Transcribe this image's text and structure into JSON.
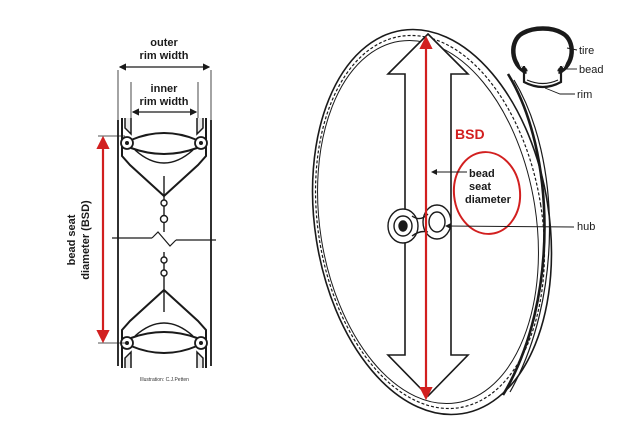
{
  "rim_cross_section": {
    "outer_rim_width_line1": "outer",
    "outer_rim_width_line2": "rim width",
    "inner_rim_width_line1": "inner",
    "inner_rim_width_line2": "rim width",
    "bsd_line1": "bead seat",
    "bsd_line2": "diameter (BSD)",
    "credit": "Illustration: C.J.Petten"
  },
  "wheel": {
    "bsd_heading": "BSD",
    "bsd_line1": "bead",
    "bsd_line2": "seat",
    "bsd_line3": "diameter",
    "hub": "hub"
  },
  "tire_inset": {
    "tire": "tire",
    "bead": "bead",
    "rim": "rim"
  },
  "colors": {
    "bsd_red": "#d21f1f",
    "ink": "#1a1a1a",
    "background": "#ffffff"
  }
}
